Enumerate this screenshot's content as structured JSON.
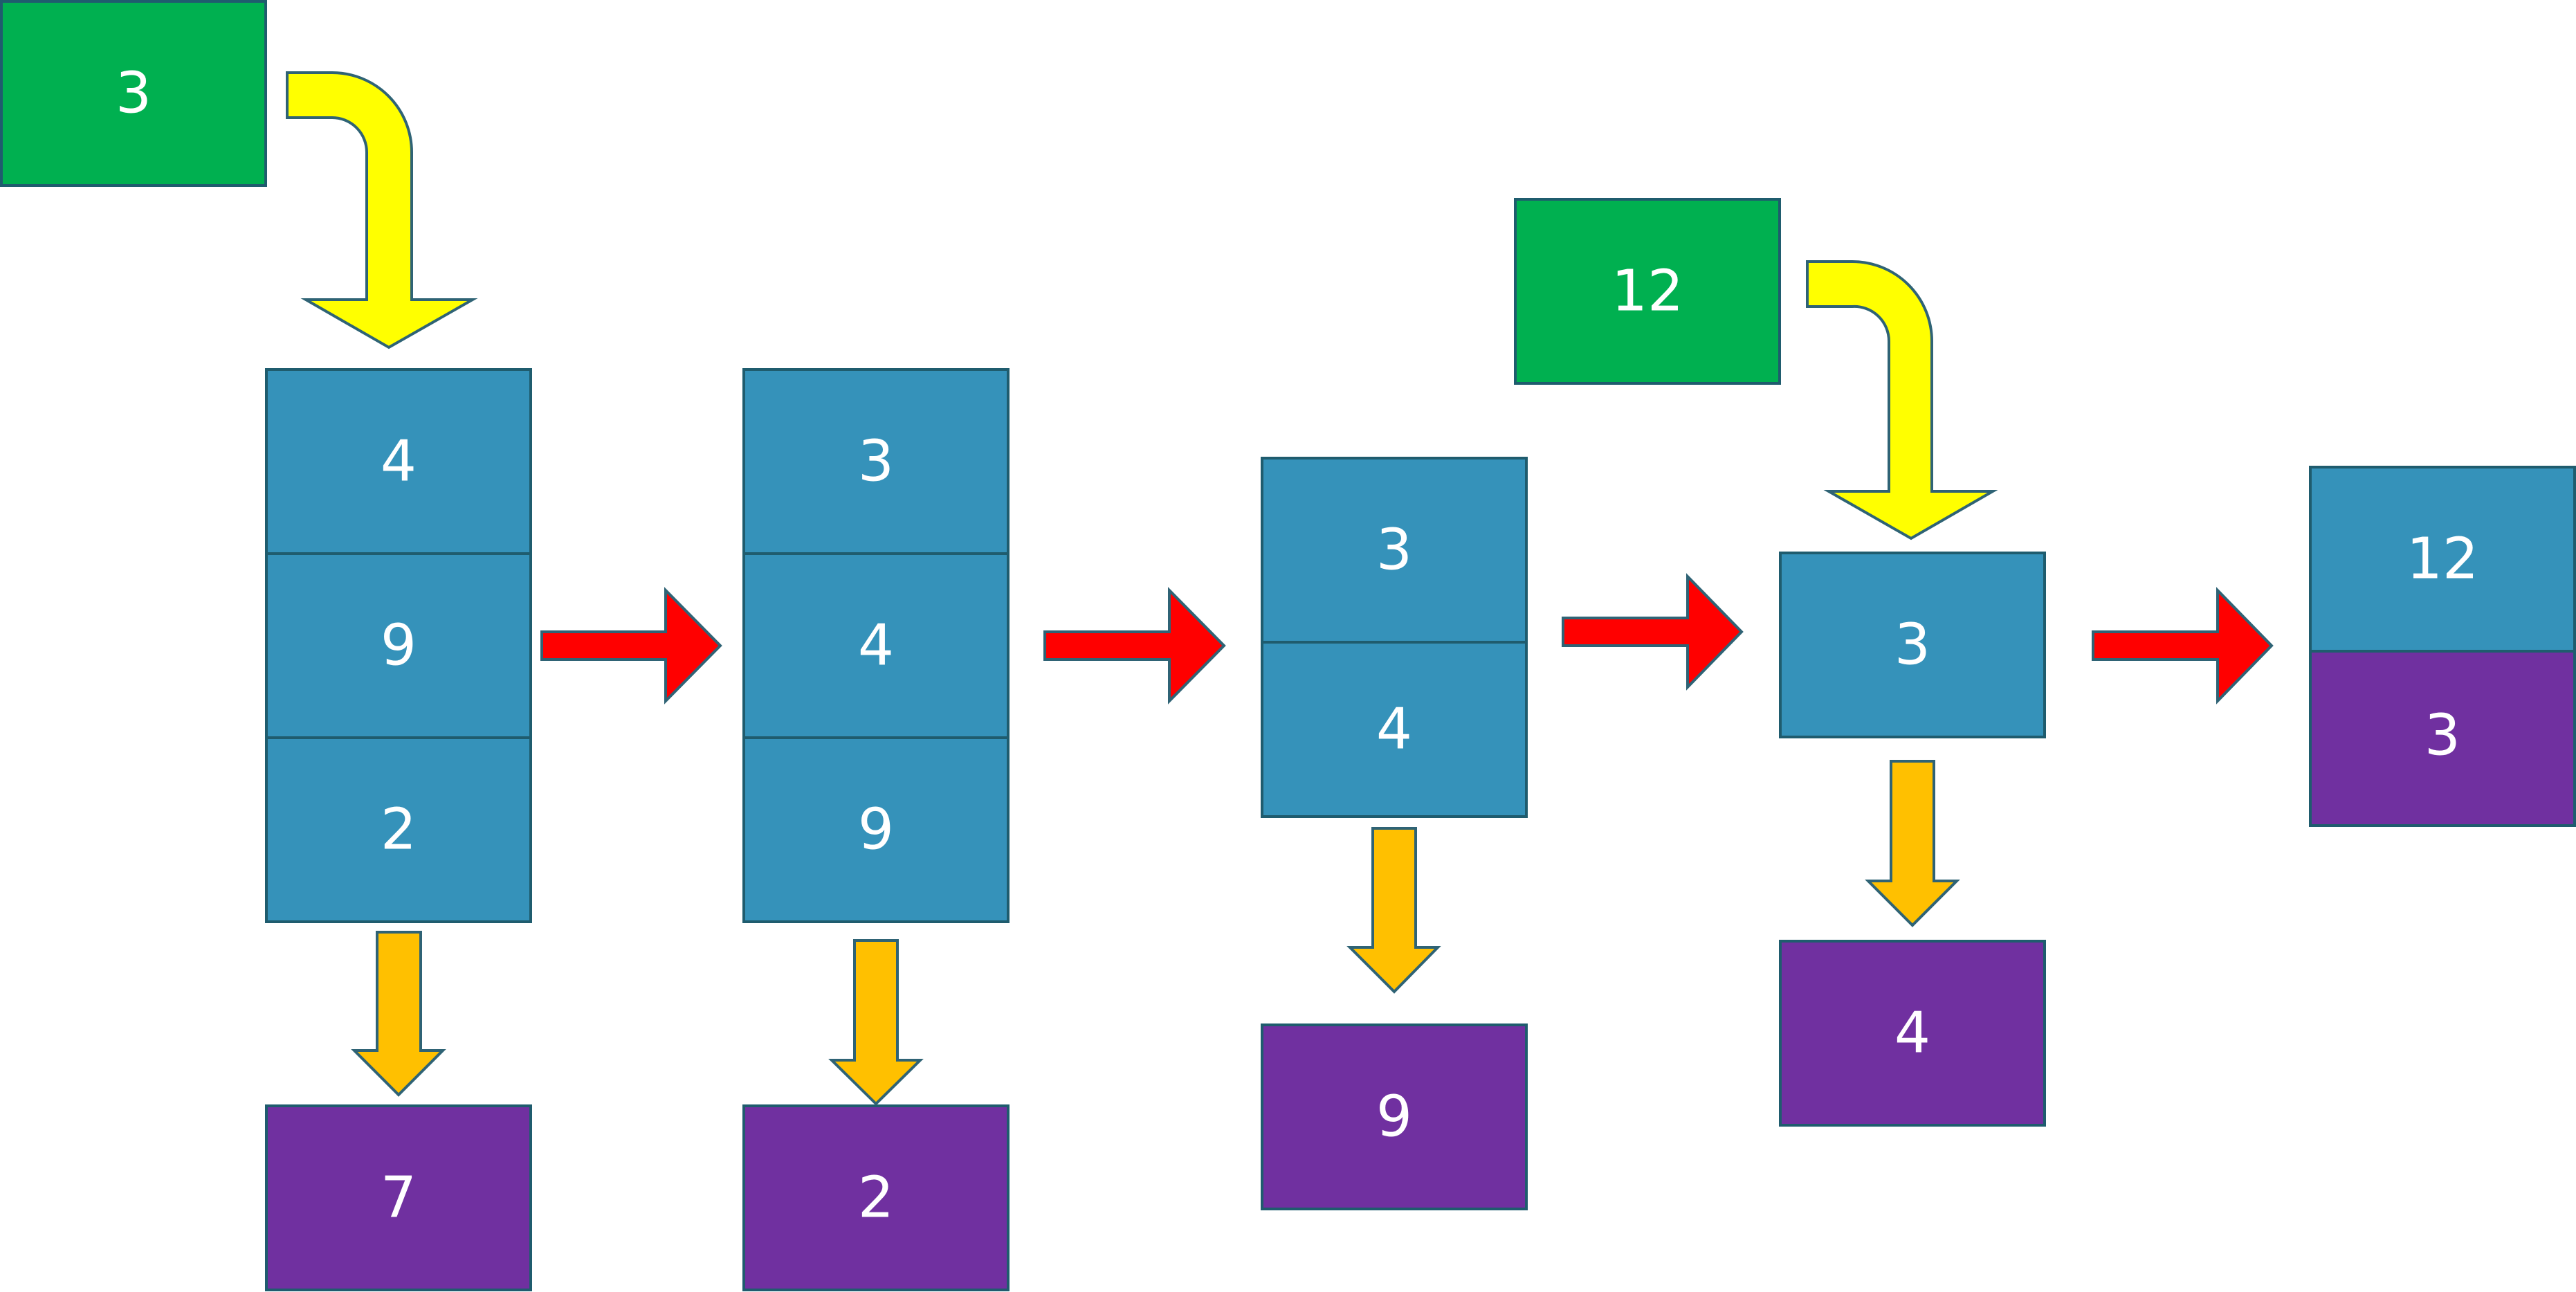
{
  "colors": {
    "queue": "#3592ba",
    "input": "#00b050",
    "output": "#7030a0",
    "step_arrow": "#ff0000",
    "insert_arrow": "#ffff00",
    "remove_arrow": "#ffc000"
  },
  "inputs": [
    "3",
    "12"
  ],
  "queues": [
    {
      "items": [
        "4",
        "9",
        "2"
      ]
    },
    {
      "items": [
        "3",
        "4",
        "9"
      ]
    },
    {
      "items": [
        "3",
        "4"
      ]
    },
    {
      "items": [
        "3"
      ]
    },
    {
      "items": [
        "12",
        "3"
      ]
    }
  ],
  "outputs": [
    "7",
    "2",
    "9",
    "4"
  ]
}
